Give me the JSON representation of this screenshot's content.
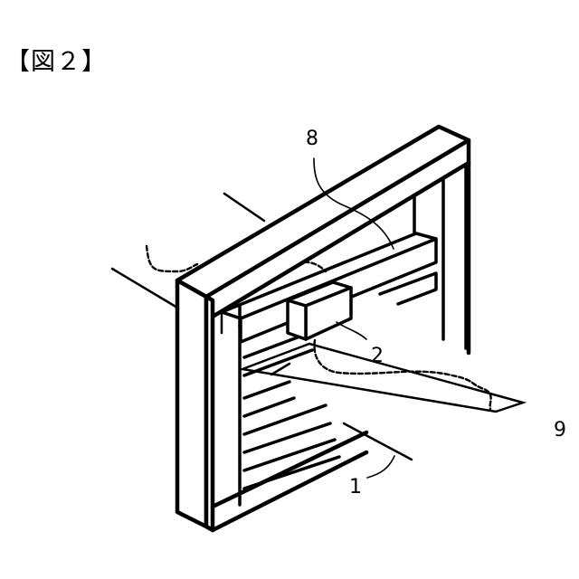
{
  "figure": {
    "label": "【図２】"
  },
  "reference_numerals": {
    "sheet": "1",
    "carriage": "2",
    "rail": "8",
    "cable": "9"
  }
}
